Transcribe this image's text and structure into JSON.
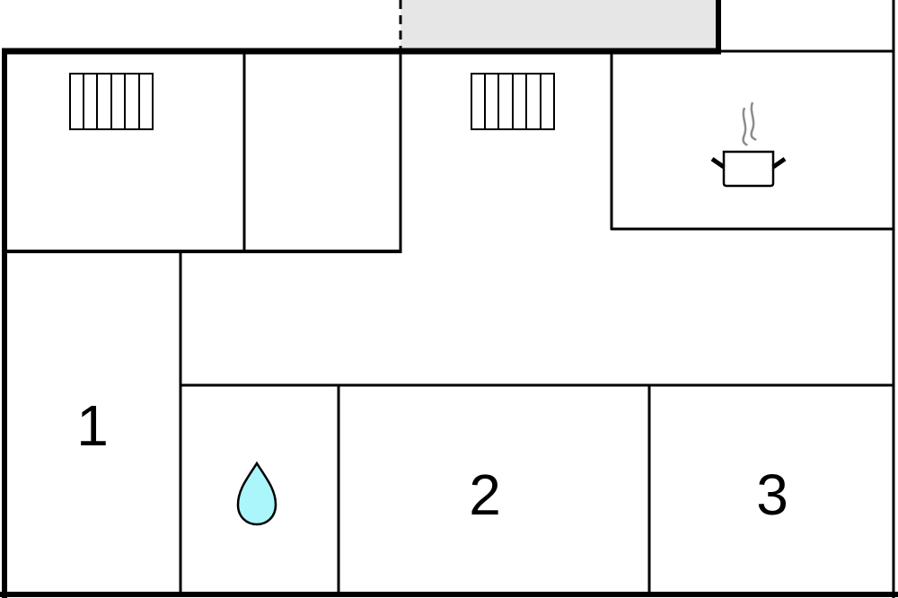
{
  "floorplan": {
    "rooms": [
      {
        "id": "bedroom-1",
        "label": "1"
      },
      {
        "id": "bedroom-2",
        "label": "2"
      },
      {
        "id": "bedroom-3",
        "label": "3"
      }
    ],
    "icons": [
      "radiator-icon",
      "radiator-icon",
      "cooking-pot-icon",
      "water-drop-icon"
    ],
    "colors": {
      "wall": "#000000",
      "terrace": "#e6e6e6",
      "water": "#aaf6fa",
      "steam": "#8c8c8c"
    }
  }
}
